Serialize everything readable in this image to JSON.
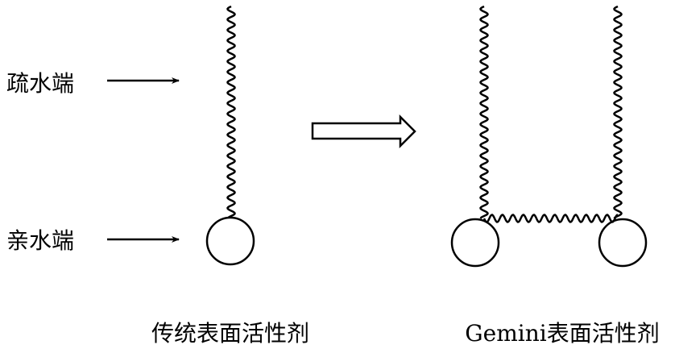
{
  "labels": {
    "hydrophobic_end": "疏水端",
    "hydrophilic_end": "亲水端"
  },
  "captions": {
    "traditional": "传统表面活性剂",
    "gemini": "Gemini表面活性剂"
  },
  "colors": {
    "stroke": "#000000",
    "background": "#ffffff"
  }
}
